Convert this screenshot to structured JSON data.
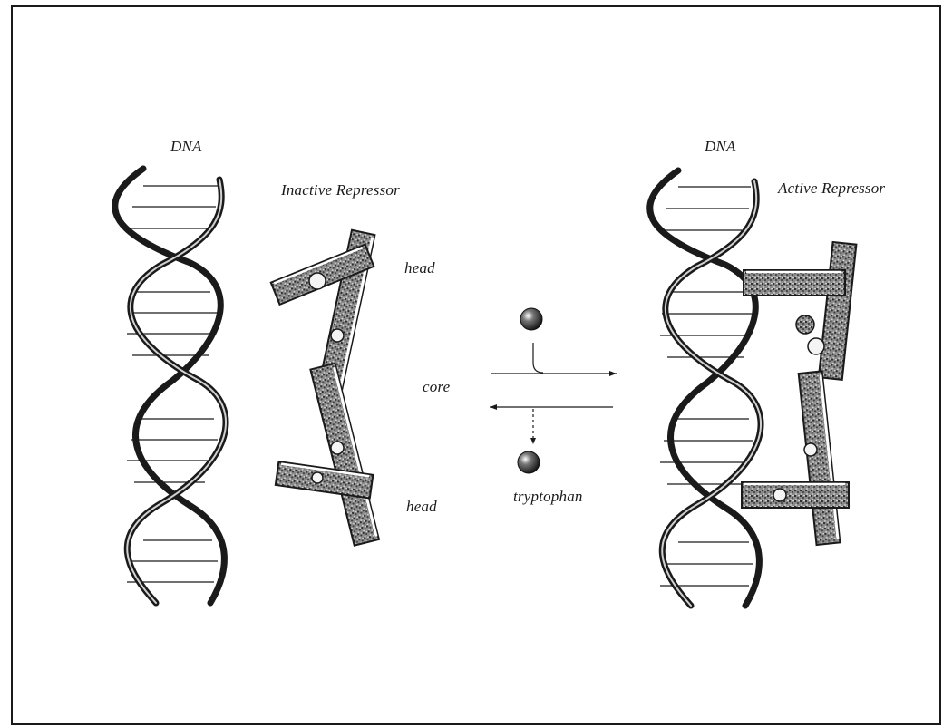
{
  "labels": {
    "dna_left": "DNA",
    "dna_right": "DNA",
    "inactive_repressor": "Inactive Repressor",
    "active_repressor": "Active Repressor",
    "head_top": "head",
    "head_bottom": "head",
    "core": "core",
    "tryptophan": "tryptophan"
  },
  "colors": {
    "ink": "#1a1a1a",
    "stipple": "#5a5a5a",
    "paper": "#ffffff"
  }
}
